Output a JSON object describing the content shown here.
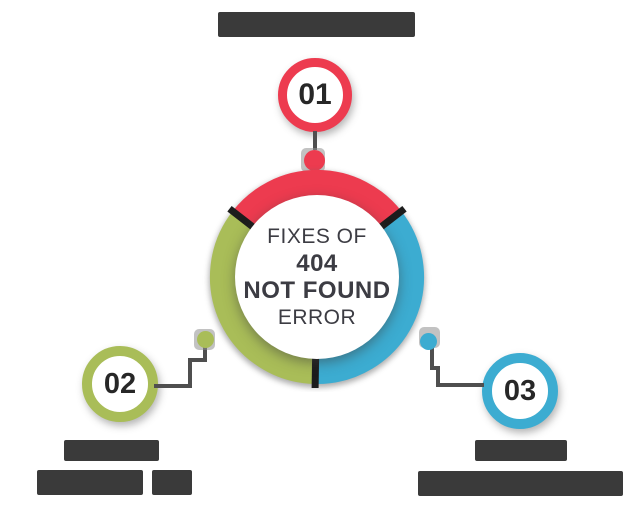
{
  "header": {
    "title": {
      "redacted": true,
      "note": "title text obscured by solid block in source image"
    }
  },
  "center": {
    "lines": [
      "FIXES OF",
      "404",
      "NOT FOUND",
      "ERROR"
    ]
  },
  "steps": [
    {
      "number": "01",
      "accent": "#ed3b4f",
      "position": "top",
      "label": {
        "redacted": true
      }
    },
    {
      "number": "02",
      "accent": "#a9bd58",
      "position": "bottom-left",
      "label": {
        "redacted": true,
        "lines": 2
      }
    },
    {
      "number": "03",
      "accent": "#3cacd1",
      "position": "bottom-right",
      "label": {
        "redacted": true,
        "lines": 2
      }
    }
  ],
  "colors": {
    "red": "#ed3b4f",
    "olive": "#a9bd58",
    "blue": "#3cacd1",
    "connector_gray": "#4f4f4f",
    "redaction_block": "#3a3a3a",
    "center_text": "#3c3c43",
    "background": "#ffffff"
  }
}
